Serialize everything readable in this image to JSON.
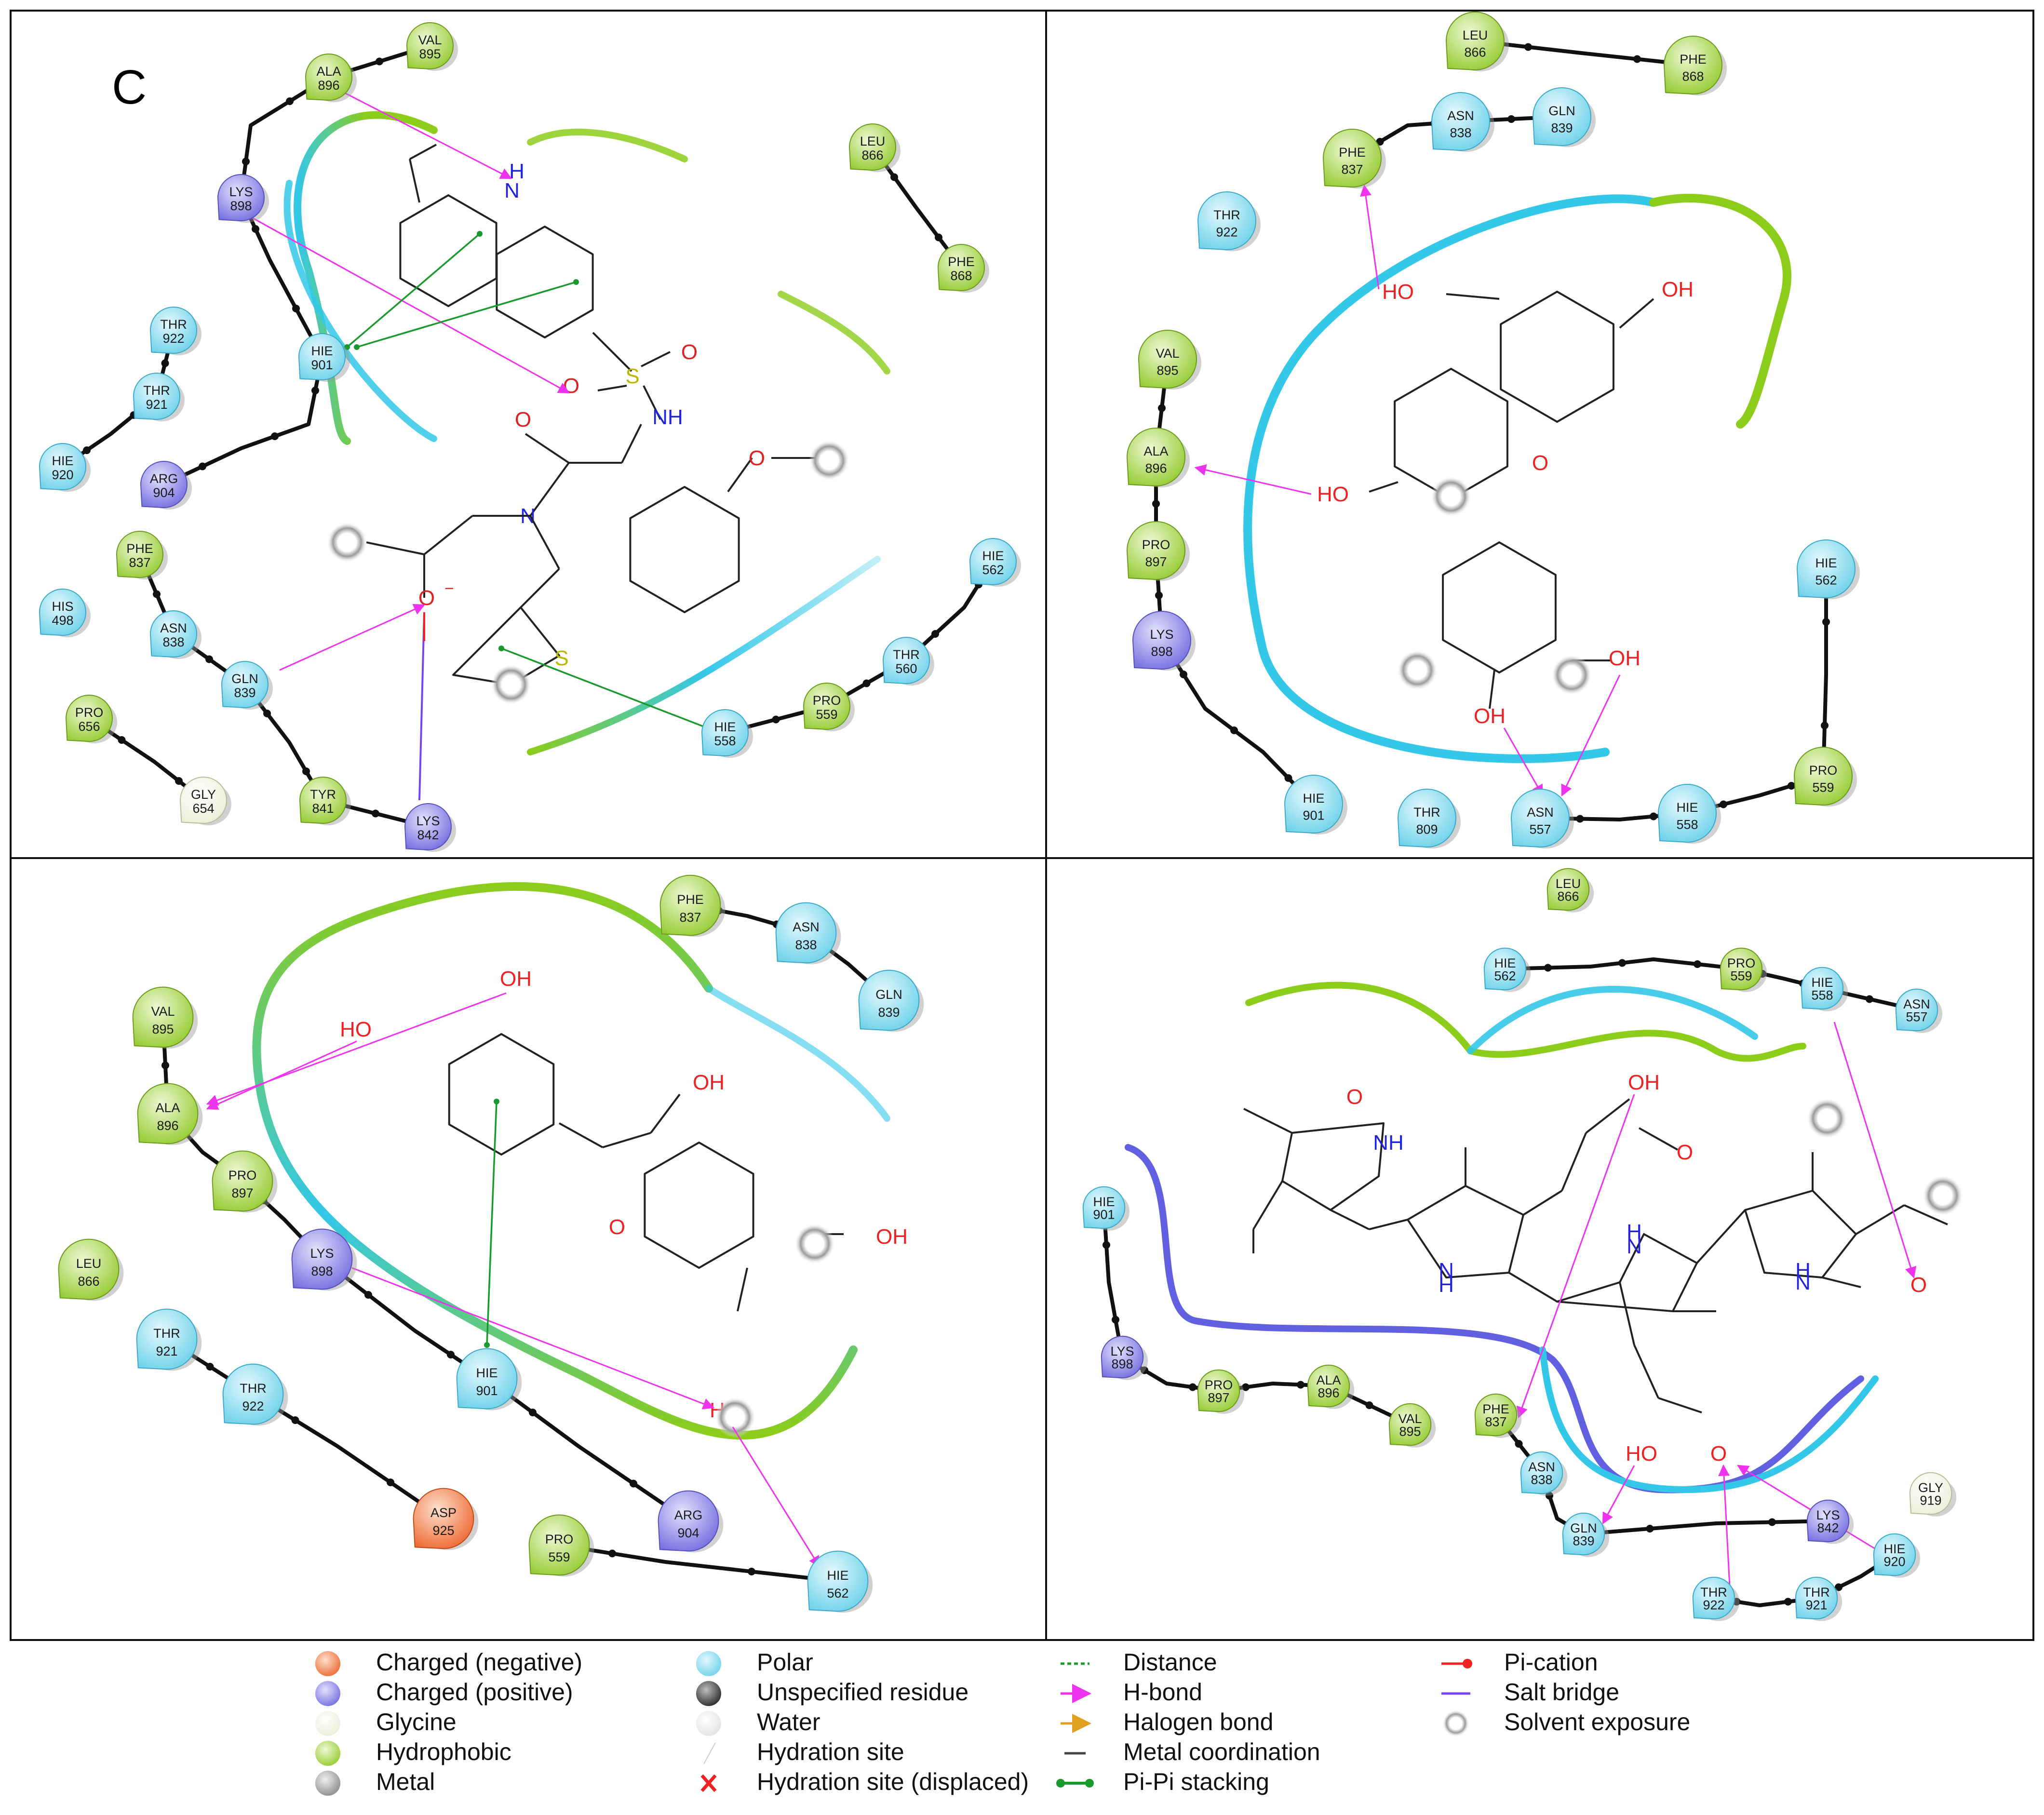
{
  "panel_label": "C",
  "colors": {
    "polar": "#7fd8ee",
    "hydrophobic": "#a8d84a",
    "positive": "#8a86e8",
    "negative": "#f08050",
    "glycine": "#f2f5e4",
    "hbond": "#ee33ee",
    "pipi": "#1a9a2e",
    "saltbridge": "#7744ee",
    "pocket_polar": "#33c8e8",
    "pocket_hydrophobic": "#8ccc1a",
    "pocket_positive": "#6060e0"
  },
  "panels": [
    {
      "id": "top-left",
      "residues": [
        {
          "name": "VAL",
          "num": "895",
          "type": "hydrophobic"
        },
        {
          "name": "ALA",
          "num": "896",
          "type": "hydrophobic"
        },
        {
          "name": "LYS",
          "num": "898",
          "type": "positive"
        },
        {
          "name": "THR",
          "num": "922",
          "type": "polar"
        },
        {
          "name": "HIE",
          "num": "901",
          "type": "polar"
        },
        {
          "name": "THR",
          "num": "921",
          "type": "polar"
        },
        {
          "name": "HIE",
          "num": "920",
          "type": "polar"
        },
        {
          "name": "ARG",
          "num": "904",
          "type": "positive"
        },
        {
          "name": "LEU",
          "num": "866",
          "type": "hydrophobic"
        },
        {
          "name": "PHE",
          "num": "868",
          "type": "hydrophobic"
        },
        {
          "name": "PHE",
          "num": "837",
          "type": "hydrophobic"
        },
        {
          "name": "HIS",
          "num": "498",
          "type": "polar"
        },
        {
          "name": "ASN",
          "num": "838",
          "type": "polar"
        },
        {
          "name": "GLN",
          "num": "839",
          "type": "polar"
        },
        {
          "name": "PRO",
          "num": "656",
          "type": "hydrophobic"
        },
        {
          "name": "GLY",
          "num": "654",
          "type": "glycine"
        },
        {
          "name": "TYR",
          "num": "841",
          "type": "hydrophobic"
        },
        {
          "name": "LYS",
          "num": "842",
          "type": "positive"
        },
        {
          "name": "HIE",
          "num": "562",
          "type": "polar"
        },
        {
          "name": "THR",
          "num": "560",
          "type": "polar"
        },
        {
          "name": "PRO",
          "num": "559",
          "type": "hydrophobic"
        },
        {
          "name": "HIE",
          "num": "558",
          "type": "polar"
        }
      ],
      "atoms": [
        "H",
        "N",
        "O",
        "S",
        "O",
        "O",
        "NH",
        "O",
        "O",
        "N",
        "O",
        "O",
        "−",
        "S"
      ]
    },
    {
      "id": "top-right",
      "residues": [
        {
          "name": "LEU",
          "num": "866",
          "type": "hydrophobic"
        },
        {
          "name": "PHE",
          "num": "868",
          "type": "hydrophobic"
        },
        {
          "name": "ASN",
          "num": "838",
          "type": "polar"
        },
        {
          "name": "GLN",
          "num": "839",
          "type": "polar"
        },
        {
          "name": "PHE",
          "num": "837",
          "type": "hydrophobic"
        },
        {
          "name": "THR",
          "num": "922",
          "type": "polar"
        },
        {
          "name": "VAL",
          "num": "895",
          "type": "hydrophobic"
        },
        {
          "name": "ALA",
          "num": "896",
          "type": "hydrophobic"
        },
        {
          "name": "PRO",
          "num": "897",
          "type": "hydrophobic"
        },
        {
          "name": "LYS",
          "num": "898",
          "type": "positive"
        },
        {
          "name": "HIE",
          "num": "901",
          "type": "polar"
        },
        {
          "name": "THR",
          "num": "809",
          "type": "polar"
        },
        {
          "name": "ASN",
          "num": "557",
          "type": "polar"
        },
        {
          "name": "HIE",
          "num": "558",
          "type": "polar"
        },
        {
          "name": "PRO",
          "num": "559",
          "type": "hydrophobic"
        },
        {
          "name": "HIE",
          "num": "562",
          "type": "polar"
        }
      ],
      "atoms": [
        "HO",
        "OH",
        "O",
        "HO",
        "OH",
        "OH"
      ]
    },
    {
      "id": "bottom-left",
      "residues": [
        {
          "name": "PHE",
          "num": "837",
          "type": "hydrophobic"
        },
        {
          "name": "ASN",
          "num": "838",
          "type": "polar"
        },
        {
          "name": "GLN",
          "num": "839",
          "type": "polar"
        },
        {
          "name": "VAL",
          "num": "895",
          "type": "hydrophobic"
        },
        {
          "name": "ALA",
          "num": "896",
          "type": "hydrophobic"
        },
        {
          "name": "PRO",
          "num": "897",
          "type": "hydrophobic"
        },
        {
          "name": "LYS",
          "num": "898",
          "type": "positive"
        },
        {
          "name": "LEU",
          "num": "866",
          "type": "hydrophobic"
        },
        {
          "name": "THR",
          "num": "921",
          "type": "polar"
        },
        {
          "name": "THR",
          "num": "922",
          "type": "polar"
        },
        {
          "name": "HIE",
          "num": "901",
          "type": "polar"
        },
        {
          "name": "ASP",
          "num": "925",
          "type": "negative"
        },
        {
          "name": "PRO",
          "num": "559",
          "type": "hydrophobic"
        },
        {
          "name": "ARG",
          "num": "904",
          "type": "positive"
        },
        {
          "name": "HIE",
          "num": "562",
          "type": "polar"
        }
      ],
      "atoms": [
        "OH",
        "HO",
        "OH",
        "O",
        "OH",
        "HO"
      ]
    },
    {
      "id": "bottom-right",
      "residues": [
        {
          "name": "LEU",
          "num": "866",
          "type": "hydrophobic"
        },
        {
          "name": "HIE",
          "num": "562",
          "type": "polar"
        },
        {
          "name": "PRO",
          "num": "559",
          "type": "hydrophobic"
        },
        {
          "name": "HIE",
          "num": "558",
          "type": "polar"
        },
        {
          "name": "ASN",
          "num": "557",
          "type": "polar"
        },
        {
          "name": "HIE",
          "num": "901",
          "type": "polar"
        },
        {
          "name": "LYS",
          "num": "898",
          "type": "positive"
        },
        {
          "name": "PRO",
          "num": "897",
          "type": "hydrophobic"
        },
        {
          "name": "ALA",
          "num": "896",
          "type": "hydrophobic"
        },
        {
          "name": "VAL",
          "num": "895",
          "type": "hydrophobic"
        },
        {
          "name": "PHE",
          "num": "837",
          "type": "hydrophobic"
        },
        {
          "name": "ASN",
          "num": "838",
          "type": "polar"
        },
        {
          "name": "GLN",
          "num": "839",
          "type": "polar"
        },
        {
          "name": "LYS",
          "num": "842",
          "type": "positive"
        },
        {
          "name": "GLY",
          "num": "919",
          "type": "glycine"
        },
        {
          "name": "HIE",
          "num": "920",
          "type": "polar"
        },
        {
          "name": "THR",
          "num": "921",
          "type": "polar"
        },
        {
          "name": "THR",
          "num": "922",
          "type": "polar"
        }
      ],
      "atoms": [
        "O",
        "NH",
        "H",
        "N",
        "OH",
        "O",
        "H",
        "N",
        "H",
        "N",
        "O",
        "HO",
        "O"
      ]
    }
  ],
  "legend": {
    "col1": [
      "Charged (negative)",
      "Charged (positive)",
      "Glycine",
      "Hydrophobic",
      "Metal"
    ],
    "col2": [
      "Polar",
      "Unspecified residue",
      "Water",
      "Hydration site",
      "Hydration site (displaced)"
    ],
    "col3": [
      "Distance",
      "H-bond",
      "Halogen bond",
      "Metal coordination",
      "Pi-Pi stacking"
    ],
    "col4": [
      "Pi-cation",
      "Salt bridge",
      "Solvent exposure"
    ]
  }
}
